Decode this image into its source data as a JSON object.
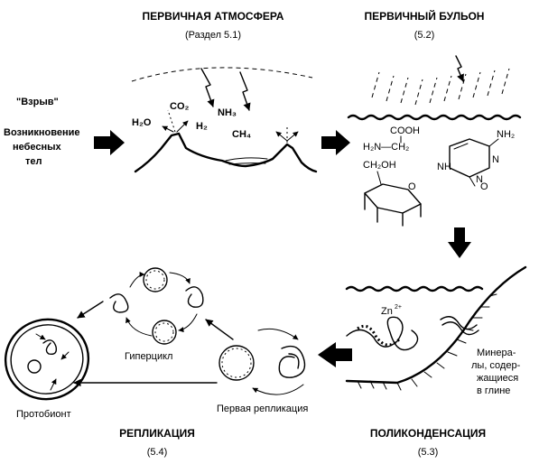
{
  "stages": {
    "atmosphere": {
      "title": "ПЕРВИЧНАЯ АТМОСФЕРА",
      "ref": "(Раздел 5.1)"
    },
    "broth": {
      "title": "ПЕРВИЧНЫЙ БУЛЬОН",
      "ref": "(5.2)"
    },
    "polycondensation": {
      "title": "ПОЛИКОНДЕНСАЦИЯ",
      "ref": "(5.3)"
    },
    "replication": {
      "title": "РЕПЛИКАЦИЯ",
      "ref": "(5.4)"
    }
  },
  "left_labels": {
    "explosion": "\"Взрыв\"",
    "bodies_line1": "Возникновение",
    "bodies_line2": "небесных",
    "bodies_line3": "тел"
  },
  "molecules": {
    "h2o": "H₂O",
    "co2": "CO₂",
    "h2": "H₂",
    "nh3": "NH₃",
    "ch4": "CH₄",
    "cooh": "COOH",
    "glycine": "H₂N—CH₂",
    "ch2oh": "CH₂OH",
    "ring_o": "O",
    "nh2": "NH₂",
    "n_upper": "N",
    "n_lower": "N",
    "nh": "NH",
    "carbonyl_o": "O",
    "zinc": "Zn",
    "zinc_charge": "2+"
  },
  "clay_label": {
    "line1": "Минера-",
    "line2": "лы, содер-",
    "line3": "жащиеся",
    "line4": "в глине"
  },
  "process_labels": {
    "hypercycle": "Гиперцикл",
    "first_replication": "Первая репликация",
    "protobiont": "Протобионт"
  }
}
